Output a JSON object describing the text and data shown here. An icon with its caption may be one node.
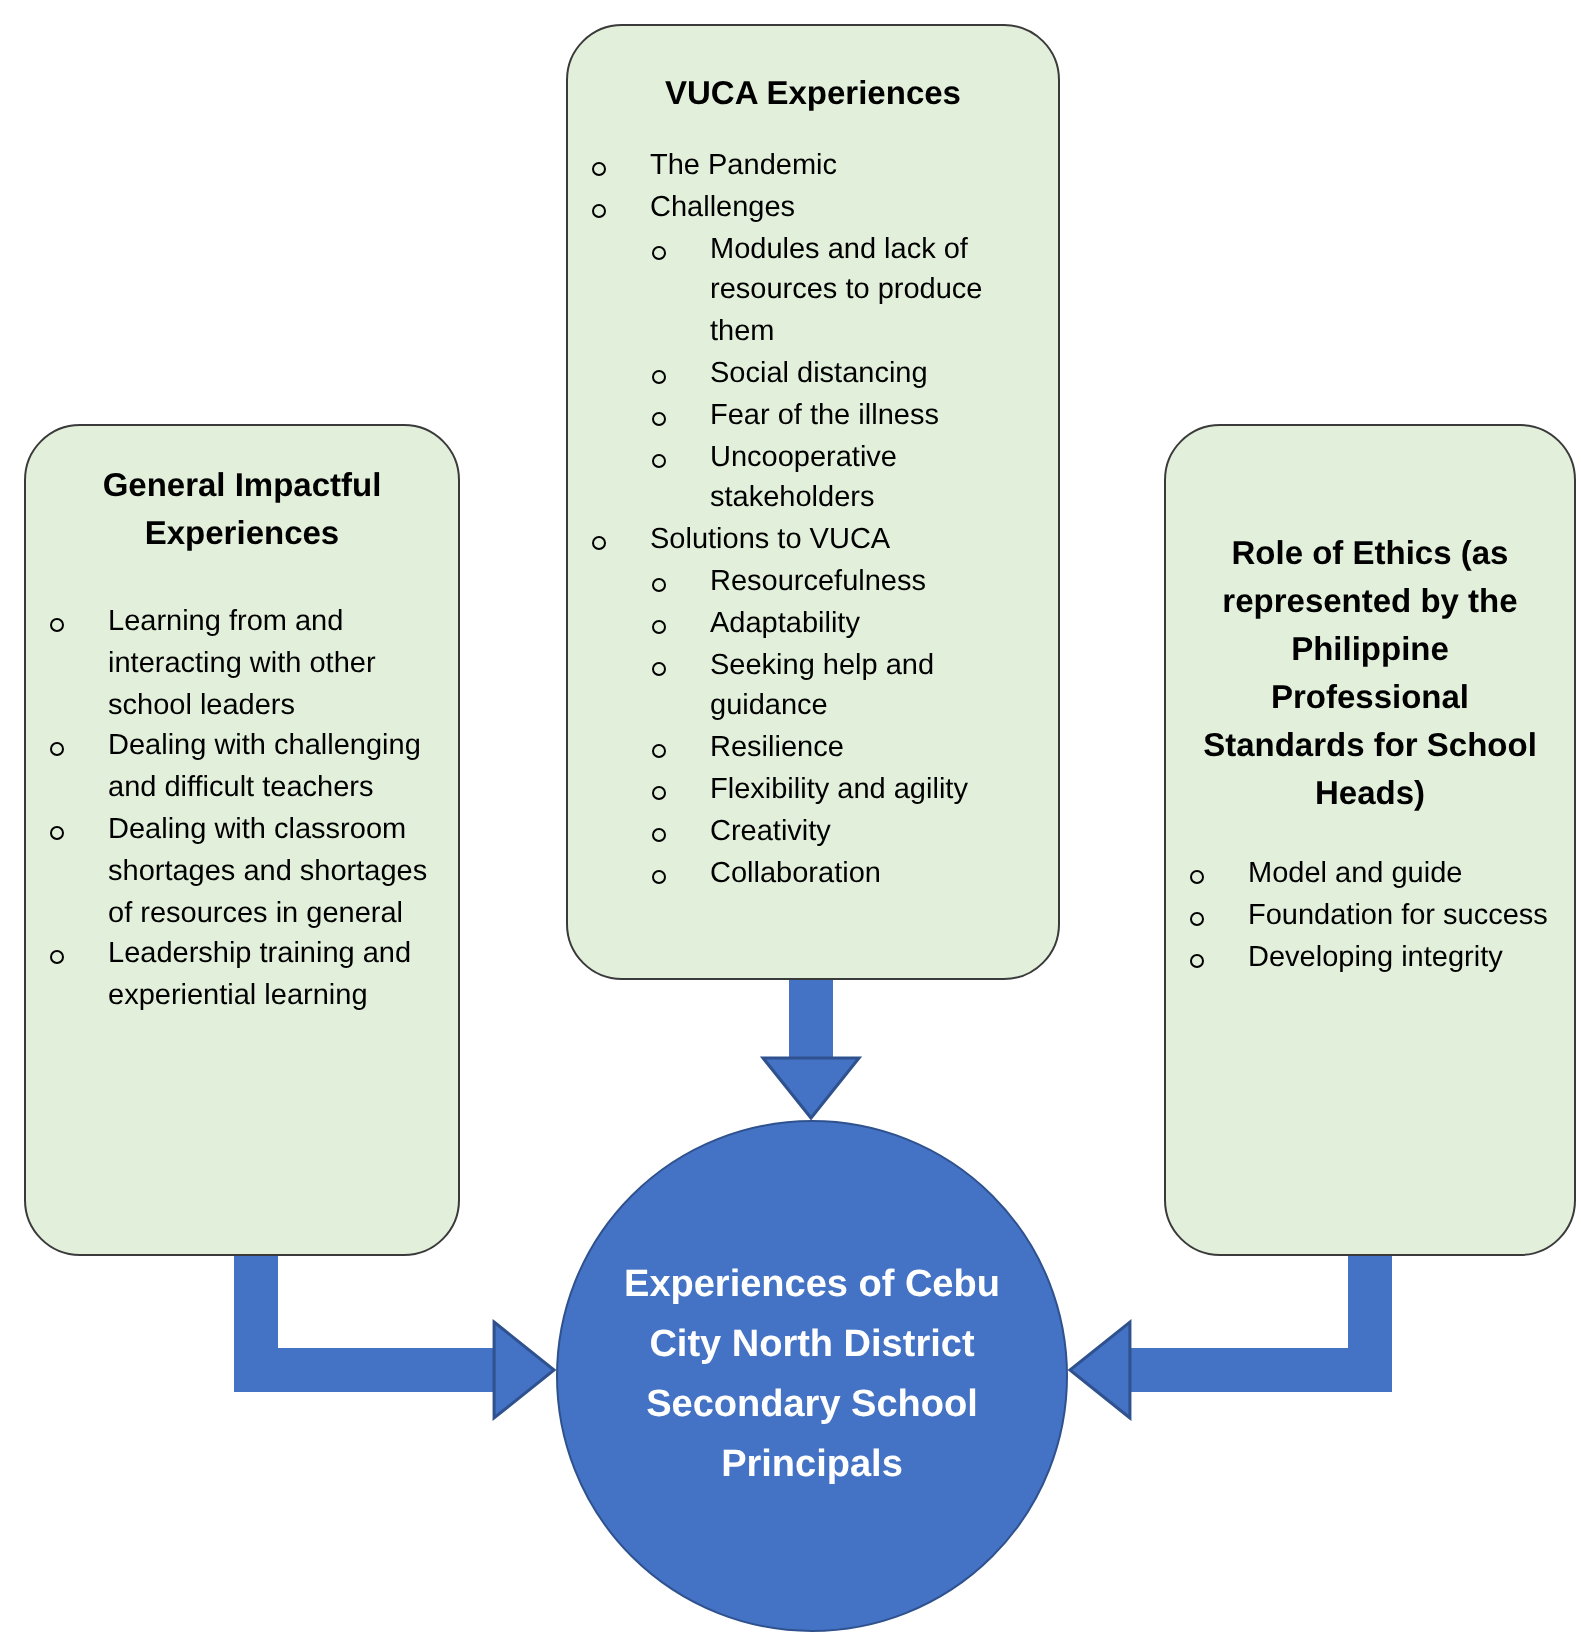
{
  "diagram": {
    "nodes": [
      {
        "text": [
          "General Impactful Experiences",
          "Learning from and interacting with other school leaders",
          "Dealing with challenging and difficult teachers",
          "Dealing with classroom shortages and shortages of resources in general",
          "Leadership training and experiential learning"
        ]
      },
      {
        "text": [
          "VUCA Experiences",
          "The Pandemic",
          "Challenges",
          "Modules and lack of resources to produce them",
          "Social distancing",
          "Fear of the illness",
          "Uncooperative stakeholders",
          "Solutions to VUCA",
          "Resourcefulness",
          "Adaptability",
          "Seeking help and guidance",
          "Resilience",
          "Flexibility and agility",
          "Creativity",
          "Collaboration"
        ]
      },
      {
        "text": [
          "Role of Ethics (as represented by the Philippine Professional Standards for School Heads)",
          "Model and guide",
          "Foundation for success",
          "Developing integrity"
        ]
      },
      {
        "text": [
          "Experiences of Cebu City North District Secondary School Principals"
        ]
      }
    ],
    "edges": [
      {
        "from": 0,
        "to": 3,
        "arrow": "to"
      },
      {
        "from": 1,
        "to": 3,
        "arrow": "to"
      },
      {
        "from": 2,
        "to": 3,
        "arrow": "to"
      }
    ]
  }
}
